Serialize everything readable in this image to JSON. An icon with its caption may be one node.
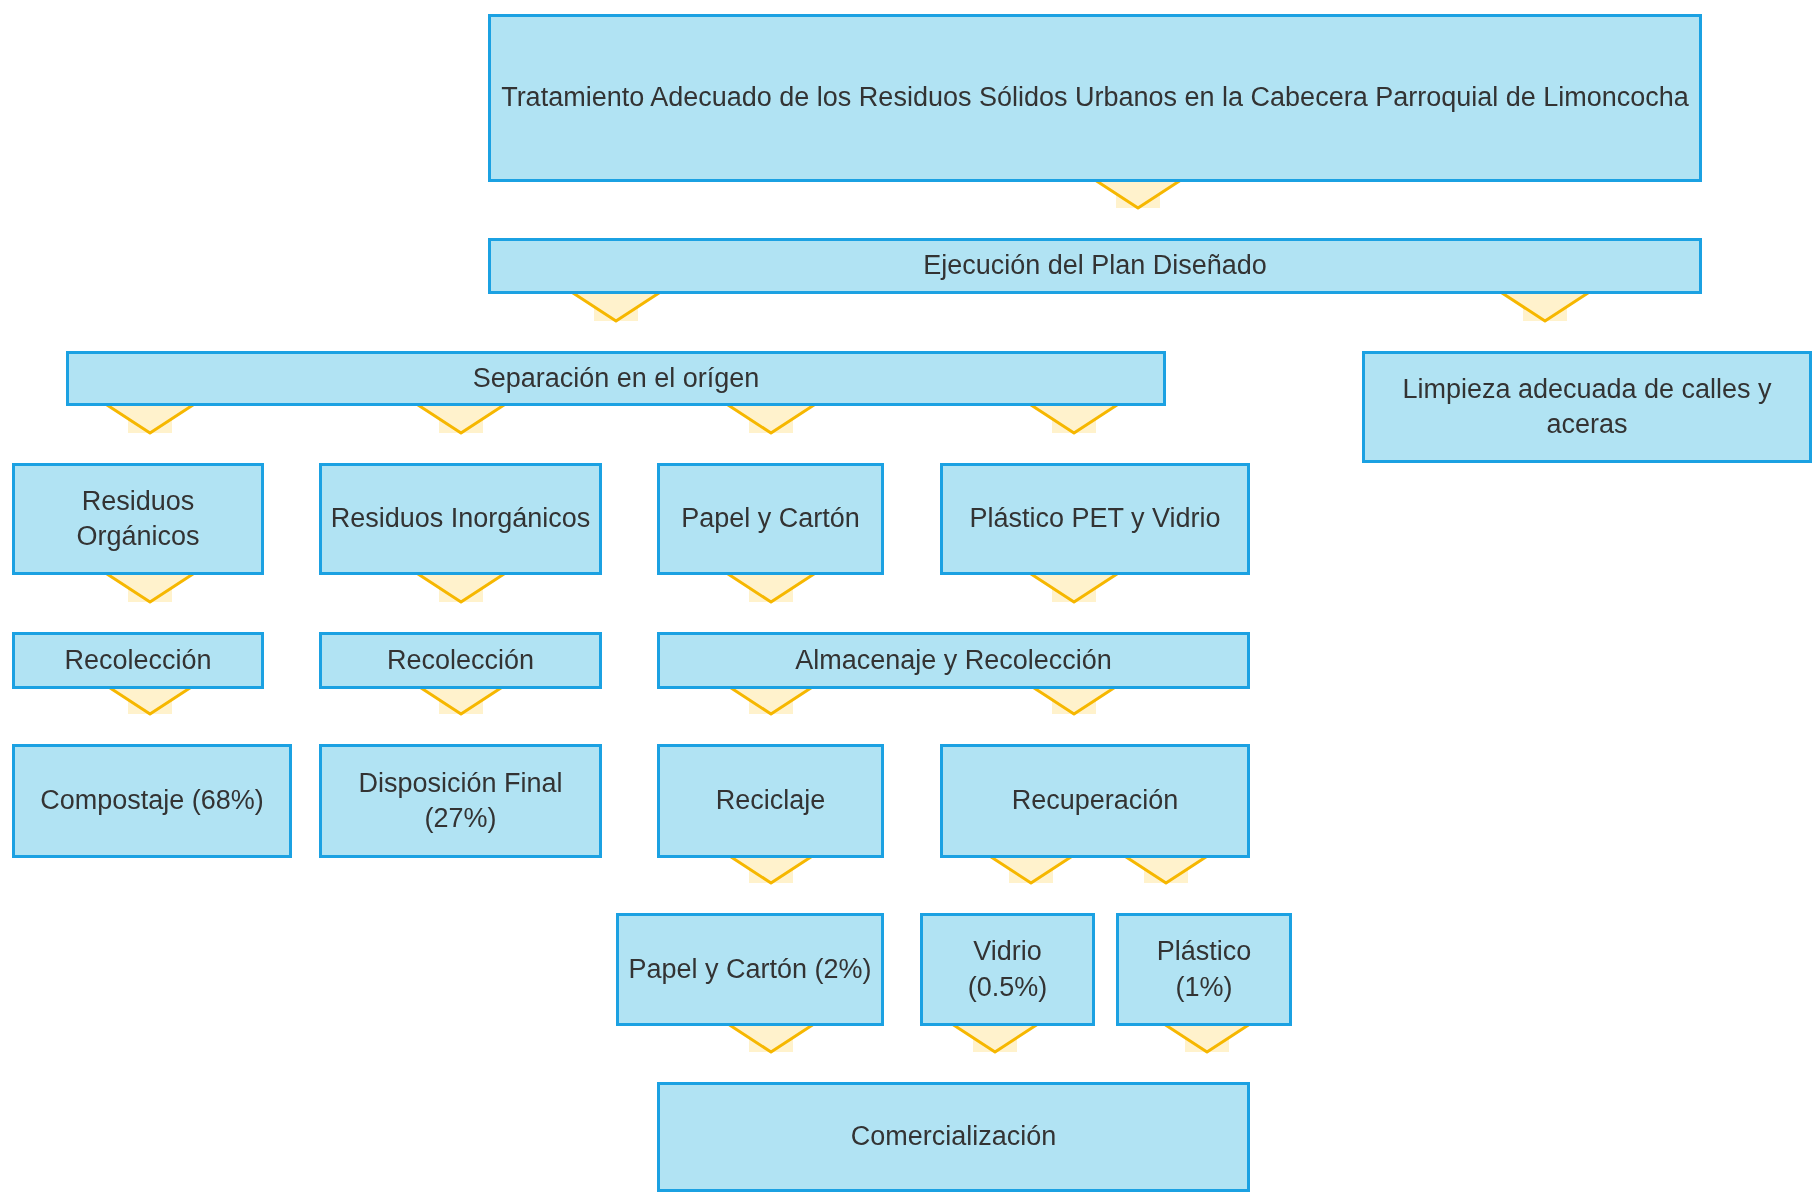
{
  "diagram": {
    "nodes": [
      {
        "text": [
          "Tratamiento Adecuado de los Residuos Sólidos Urbanos en la Cabecera Parroquial de Limoncocha"
        ]
      },
      {
        "text": [
          "Ejecución del Plan Diseñado"
        ]
      },
      {
        "text": [
          "Separación en el orígen"
        ]
      },
      {
        "text": [
          "Limpieza adecuada de calles y aceras"
        ]
      },
      {
        "text": [
          "Residuos Orgánicos"
        ]
      },
      {
        "text": [
          "Residuos Inorgánicos"
        ]
      },
      {
        "text": [
          "Papel y Cartón"
        ]
      },
      {
        "text": [
          "Plástico PET y Vidrio"
        ]
      },
      {
        "text": [
          "Recolección"
        ]
      },
      {
        "text": [
          "Recolección"
        ]
      },
      {
        "text": [
          "Almacenaje y Recolección"
        ]
      },
      {
        "text": [
          "Compostaje (68%)"
        ]
      },
      {
        "text": [
          "Disposición Final (27%)"
        ]
      },
      {
        "text": [
          "Reciclaje"
        ]
      },
      {
        "text": [
          "Recuperación"
        ]
      },
      {
        "text": [
          "Papel y Cartón (2%)"
        ]
      },
      {
        "text": [
          "Vidrio (0.5%)"
        ]
      },
      {
        "text": [
          "Plástico (1%)"
        ]
      },
      {
        "text": [
          "Comercialización"
        ]
      }
    ],
    "edges": [
      {
        "from": 0,
        "to": 1,
        "arrow": "to"
      },
      {
        "from": 1,
        "to": 2,
        "arrow": "to"
      },
      {
        "from": 1,
        "to": 3,
        "arrow": "to"
      },
      {
        "from": 2,
        "to": 4,
        "arrow": "to"
      },
      {
        "from": 2,
        "to": 5,
        "arrow": "to"
      },
      {
        "from": 2,
        "to": 6,
        "arrow": "to"
      },
      {
        "from": 2,
        "to": 7,
        "arrow": "to"
      },
      {
        "from": 4,
        "to": 8,
        "arrow": "to"
      },
      {
        "from": 5,
        "to": 9,
        "arrow": "to"
      },
      {
        "from": 6,
        "to": 10,
        "arrow": "to"
      },
      {
        "from": 7,
        "to": 10,
        "arrow": "to"
      },
      {
        "from": 8,
        "to": 11,
        "arrow": "to"
      },
      {
        "from": 9,
        "to": 12,
        "arrow": "to"
      },
      {
        "from": 10,
        "to": 13,
        "arrow": "to"
      },
      {
        "from": 10,
        "to": 14,
        "arrow": "to"
      },
      {
        "from": 13,
        "to": 15,
        "arrow": "to"
      },
      {
        "from": 14,
        "to": 16,
        "arrow": "to"
      },
      {
        "from": 14,
        "to": 17,
        "arrow": "to"
      },
      {
        "from": 15,
        "to": 18,
        "arrow": "to"
      },
      {
        "from": 16,
        "to": 18,
        "arrow": "to"
      },
      {
        "from": 17,
        "to": 18,
        "arrow": "to"
      }
    ]
  }
}
